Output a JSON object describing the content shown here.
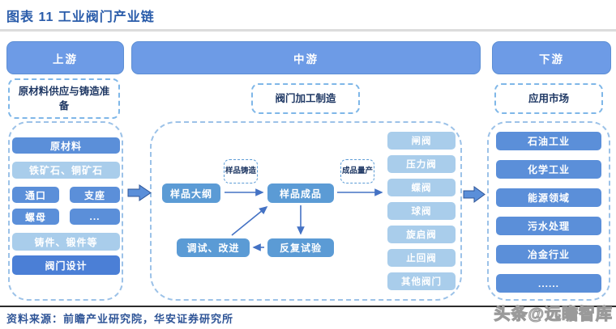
{
  "title": "图表 11 工业阀门产业链",
  "header": {
    "upstream": "上游",
    "midstream": "中游",
    "downstream": "下游"
  },
  "stage_labels": {
    "left": "原材料供应与铸造准备",
    "middle": "阀门加工制造",
    "right": "应用市场"
  },
  "left_panel": {
    "raw_material": "原材料",
    "ores": "铁矿石、铜矿石",
    "part1": "通口",
    "part2": "支座",
    "part3": "螺母",
    "part4": "...",
    "castings": "铸件、锻件等",
    "design": "阀门设计"
  },
  "middle_panel": {
    "flow": {
      "sample_outline": "样品大纲",
      "sample_casting": "样品铸造",
      "sample_product": "样品成品",
      "mass_production": "成品量产",
      "debug_improve": "调试、改进",
      "repeat_test": "反复试验"
    },
    "valves": [
      "闸阀",
      "压力阀",
      "蝶阀",
      "球阀",
      "旋启阀",
      "止回阀",
      "其他阀门"
    ]
  },
  "right_panel": {
    "items": [
      "石油工业",
      "化学工业",
      "能源领域",
      "污水处理",
      "冶金行业",
      "......"
    ]
  },
  "footer": {
    "source": "资料来源：前瞻产业研究院，华安证券研究所",
    "watermark": "头条@远瞻智库"
  },
  "colors": {
    "header_box": "#6D9BE6",
    "solid_box": "#5B8FD9",
    "light_box": "#A9CDEB",
    "design_box": "#4B7FD6",
    "flow_box": "#5B9BD5",
    "navy_text": "#1F3864",
    "arrow": "#4472C4",
    "dashed_border": "#7FB7E8",
    "title": "#2A5CAA",
    "source_text": "#2F5597",
    "watermark": "#9A9A9A"
  }
}
